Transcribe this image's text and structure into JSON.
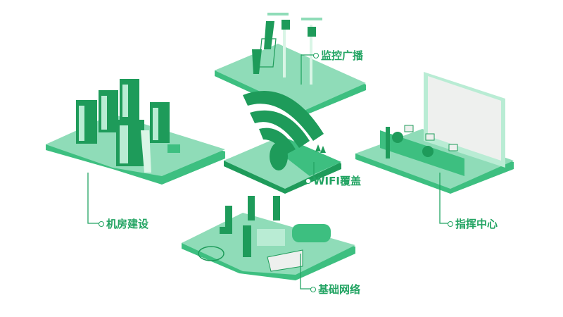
{
  "colors": {
    "accent": "#23a463",
    "platform_top": "#8fdcb8",
    "platform_side": "#3dbf80",
    "dark_green": "#1e9b5a",
    "light_green": "#b9ecd4",
    "screen": "#eef0ee"
  },
  "labels": [
    {
      "id": "monitoring",
      "text": "监控广播"
    },
    {
      "id": "wifi",
      "text": "WIFI覆盖"
    },
    {
      "id": "server-room",
      "text": "机房建设"
    },
    {
      "id": "command-center",
      "text": "指挥中心"
    },
    {
      "id": "network",
      "text": "基础网络"
    }
  ]
}
